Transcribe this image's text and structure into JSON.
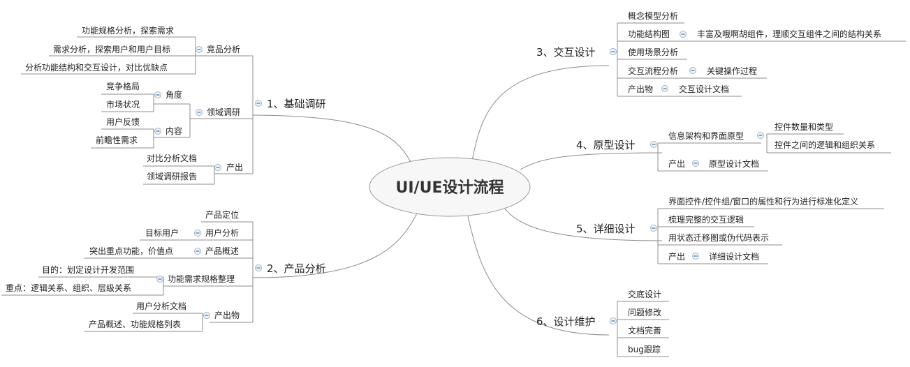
{
  "root": {
    "label": "UI/UE设计流程"
  },
  "branches": {
    "b1": {
      "label": "1、基础调研",
      "competitive": {
        "label": "竞品分析",
        "items": [
          "功能规格分析，探索需求",
          "需求分析，探索用户和用户目标",
          "分析功能结构和交互设计，对比优缺点"
        ]
      },
      "domain": {
        "label": "领域调研",
        "angle": {
          "label": "角度",
          "items": [
            "竞争格局",
            "市场状况"
          ]
        },
        "content": {
          "label": "内容",
          "items": [
            "用户反馈",
            "前瞻性需求"
          ]
        }
      },
      "output": {
        "label": "产出",
        "items": [
          "对比分析文档",
          "领域调研报告"
        ]
      }
    },
    "b2": {
      "label": "2、产品分析",
      "positioning": {
        "label": "产品定位"
      },
      "user_analysis": {
        "label": "用户分析",
        "items": [
          "目标用户"
        ]
      },
      "overview": {
        "label": "产品概述",
        "items": [
          "突出重点功能，价值点"
        ]
      },
      "requirements": {
        "label": "功能需求规格整理",
        "items": [
          "目的：划定设计开发范围",
          "重点：逻辑关系、组织、层级关系"
        ]
      },
      "deliverables": {
        "label": "产出物",
        "items": [
          "用户分析文档",
          "产品概述、功能规格列表"
        ]
      }
    },
    "b3": {
      "label": "3、交互设计",
      "concept": {
        "label": "概念模型分析"
      },
      "structure": {
        "label": "功能结构图",
        "items": [
          "丰富及哦啊胡组件，理顺交互组件之间的结构关系"
        ]
      },
      "scenario": {
        "label": "使用场景分析"
      },
      "flow": {
        "label": "交互流程分析",
        "items": [
          "关键操作过程"
        ]
      },
      "output": {
        "label": "产出物",
        "items": [
          "交互设计文档"
        ]
      }
    },
    "b4": {
      "label": "4、原型设计",
      "ia": {
        "label": "信息架构和界面原型",
        "items": [
          "控件数量和类型",
          "控件之间的逻辑和组织关系"
        ]
      },
      "output": {
        "label": "产出",
        "items": [
          "原型设计文档"
        ]
      }
    },
    "b5": {
      "label": "5、详细设计",
      "items": [
        "界面控件/控件组/窗口的属性和行为进行标准化定义",
        "梳理完整的交互逻辑",
        "用状态迁移图或伪代码表示"
      ],
      "output": {
        "label": "产出",
        "items": [
          "详细设计文档"
        ]
      }
    },
    "b6": {
      "label": "6、设计维护",
      "items": [
        "交底设计",
        "问题修改",
        "文档完善",
        "bug跟踪"
      ]
    }
  }
}
